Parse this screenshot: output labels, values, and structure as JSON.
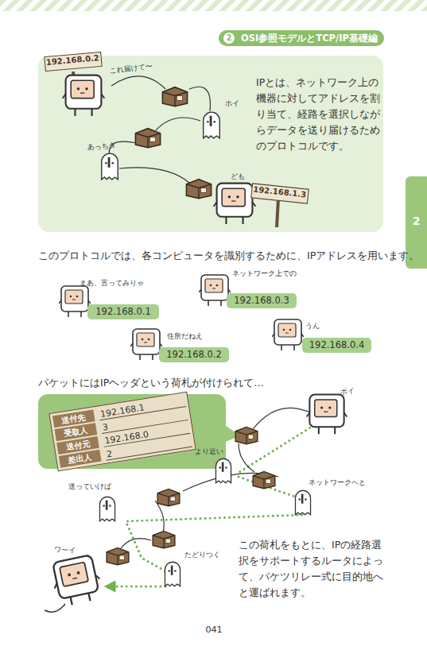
{
  "diagram": {
    "nodes": [
      {
        "text": [
          "OSI参照モデルとTCP/IP基礎編"
        ]
      },
      {
        "text": [
          "2"
        ],
        "in": 0
      },
      {
        "text": [
          "2"
        ]
      },
      {
        "text": [
          "IPとは、ネットワーク上の機器に対してアドレスを割り当て、経路を選択しながらデータを送り届けるためのプロトコルです。"
        ]
      },
      {
        "text": [
          "192.168.0.2"
        ],
        "in": 3
      },
      {
        "text": [
          "192.168.1.3"
        ],
        "in": 3
      },
      {
        "text": [
          "192.168.0.1"
        ]
      },
      {
        "text": [
          "192.168.0.3"
        ]
      },
      {
        "text": [
          "192.168.0.2"
        ]
      },
      {
        "text": [
          "192.168.0.4"
        ]
      },
      {
        "text": [
          "送付先",
          "192.168.1",
          "受取人",
          "3",
          "送付元",
          "192.168.0",
          "差出人",
          "2"
        ]
      }
    ],
    "labels": [
      "これ届けて〜",
      "ホイ",
      "あっちダ",
      "ども",
      "このプロトコルでは、各コンピュータを識別するために、IPアドレスを用います。",
      "まあ、言ってみりゃ",
      "ネットワーク上での",
      "住所だねえ",
      "うん",
      "パケットにはIPヘッダという荷札が付けられて…",
      "ポイ",
      "より近い",
      "ネットワークへと",
      "送っていけば",
      "ワーイ",
      "たどりつく",
      "この荷札をもとに、IPの経路選択をサポートするルータによって、パケツリレー式に目的地へと運ばれます。",
      "041"
    ]
  }
}
